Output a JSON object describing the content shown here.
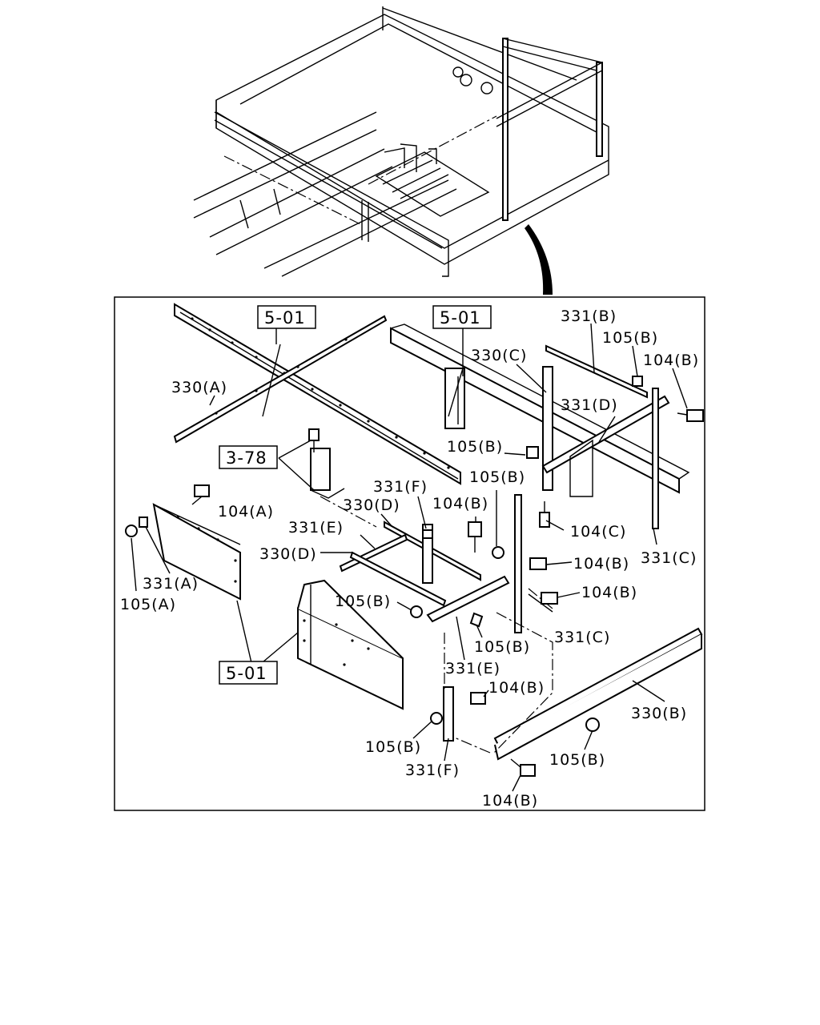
{
  "callouts": {
    "ref_5_01_left": "5-01",
    "ref_5_01_mid": "5-01",
    "ref_5_01_bottom": "5-01",
    "ref_3_78": "3-78",
    "p331B_top": "331(B)",
    "p105B_top": "105(B)",
    "p104B_top": "104(B)",
    "p330C": "330(C)",
    "p331D": "331(D)",
    "p330A": "330(A)",
    "p105B_mid": "105(B)",
    "p105B_right": "105(B)",
    "p331F_mid": "331(F)",
    "p104B_mid": "104(B)",
    "p330D_upper": "330(D)",
    "p104A": "104(A)",
    "p331E_upper": "331(E)",
    "p104C": "104(C)",
    "p330D_lower": "330(D)",
    "p104B_r1": "104(B)",
    "p331C_right": "331(C)",
    "p331A": "331(A)",
    "p104B_r2": "104(B)",
    "p105A": "105(A)",
    "p105B_left": "105(B)",
    "p331C_mid": "331(C)",
    "p105B_center": "105(B)",
    "p331E_lower": "331(E)",
    "p104B_low": "104(B)",
    "p330B": "330(B)",
    "p105B_bl": "105(B)",
    "p105B_br": "105(B)",
    "p331F_low": "331(F)",
    "p104B_bottom": "104(B)"
  }
}
